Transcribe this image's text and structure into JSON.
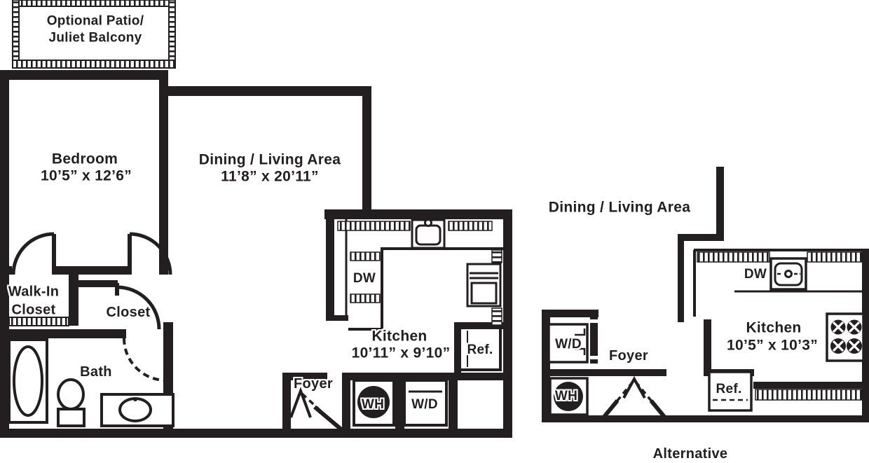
{
  "colors": {
    "ink": "#231f20",
    "background": "#ffffff"
  },
  "main_plan": {
    "balcony": "Optional Patio/\nJuliet Balcony",
    "bedroom": {
      "name": "Bedroom",
      "dims": "10’5” x 12’6”"
    },
    "dining": {
      "name": "Dining / Living Area",
      "dims": "11’8” x 20’11”"
    },
    "walk_in_closet": "Walk-In\nCloset",
    "closet": "Closet",
    "bath": "Bath",
    "kitchen": {
      "name": "Kitchen",
      "dims": "10’11” x 9’10”"
    },
    "dishwasher": "DW",
    "refrigerator": "Ref.",
    "foyer": "Foyer",
    "water_heater": "WH",
    "washer_dryer": "W/D"
  },
  "alt_plan": {
    "dining": "Dining / Living Area",
    "kitchen": {
      "name": "Kitchen",
      "dims": "10’5” x 10’3”"
    },
    "dishwasher": "DW",
    "refrigerator": "Ref.",
    "foyer": "Foyer",
    "water_heater": "WH",
    "washer_dryer": "W/D",
    "caption": "Alternative"
  }
}
